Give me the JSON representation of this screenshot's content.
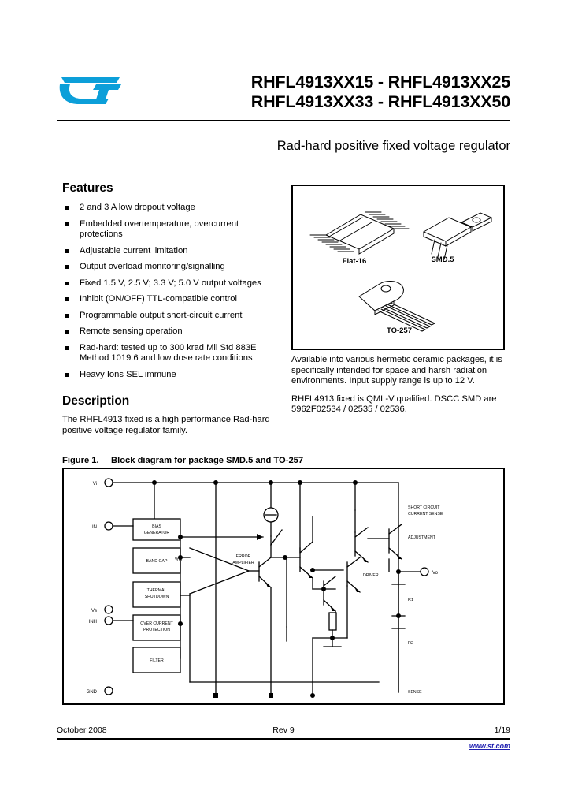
{
  "header": {
    "logo_name": "st-logo",
    "logo_color": "#0c9fd9",
    "title_line1": "RHFL4913XX15 - RHFL4913XX25",
    "title_line2": "RHFL4913XX33 - RHFL4913XX50",
    "subtitle": "Rad-hard positive fixed voltage regulator"
  },
  "features": {
    "heading": "Features",
    "items": [
      "2 and 3 A low dropout voltage",
      "Embedded overtemperature, overcurrent protections",
      "Adjustable current limitation",
      "Output overload monitoring/signalling",
      "Fixed 1.5 V, 2.5 V; 3.3 V; 5.0 V output voltages",
      "Inhibit (ON/OFF) TTL-compatible control",
      "Programmable output short-circuit current",
      "Remote sensing operation",
      "Rad-hard: tested up to 300 krad Mil Std 883E Method 1019.6 and low dose rate conditions",
      "Heavy Ions SEL immune"
    ]
  },
  "description": {
    "heading": "Description",
    "paragraph1": "The RHFL4913 fixed is a high performance Rad-hard positive voltage regulator family."
  },
  "packages": {
    "flat16_label": "Flat-16",
    "smd5_label": "SMD.5",
    "to257_label": "TO-257"
  },
  "package_text": {
    "paragraph1": "Available into various hermetic ceramic packages, it is specifically intended for space and harsh radiation environments. Input supply range is up to 12 V.",
    "paragraph2": "RHFL4913 fixed is QML-V qualified. DSCC SMD are 5962F02534 / 02535 / 02536."
  },
  "figure": {
    "number": "Figure 1.",
    "caption": "Block diagram for package SMD.5 and TO-257",
    "blocks": [
      "BIAS GENERATOR",
      "BAND GAP",
      "THERMAL SHUTDOWN",
      "OVER CURRENT PROTECTION",
      "FILTER"
    ],
    "pins_left": [
      "Vi",
      "IN",
      "Vs",
      "INH",
      "GND"
    ],
    "pins_right": [
      "Vo"
    ],
    "annotations": [
      "ERROR AMPLIFIER",
      "SHORT CIRCUIT CURRENT SENSE",
      "ADJUSTMENT",
      "DRIVER",
      "R1",
      "R2",
      "SENSE"
    ]
  },
  "footer": {
    "date": "October 2008",
    "revision": "Rev 9",
    "page": "1/19",
    "url": "www.st.com"
  }
}
